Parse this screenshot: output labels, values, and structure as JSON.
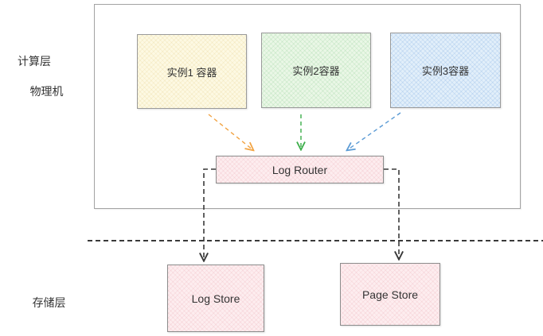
{
  "canvas": {
    "background": "#ffffff"
  },
  "compute_layer": {
    "label_line1": "计算层",
    "label_line2": "物理机"
  },
  "storage_layer": {
    "label": "存储层"
  },
  "nodes": {
    "instance1": {
      "label": "实例1 容器",
      "fill": "#fdf9e3",
      "border": "#9a9a9a"
    },
    "instance2": {
      "label": "实例2容器",
      "fill": "#eaf7e6",
      "border": "#9a9a9a"
    },
    "instance3": {
      "label": "实例3容器",
      "fill": "#e2effa",
      "border": "#9a9a9a"
    },
    "log_router": {
      "label": "Log Router",
      "fill": "#fdedef",
      "border": "#8c8c8c"
    },
    "log_store": {
      "label": "Log Store",
      "fill": "#fdedef",
      "border": "#8c8c8c"
    },
    "page_store": {
      "label": "Page Store",
      "fill": "#fdedef",
      "border": "#8c8c8c"
    }
  },
  "edges": {
    "instance1_to_router": {
      "color": "#f2a444",
      "style": "dashed"
    },
    "instance2_to_router": {
      "color": "#3bae49",
      "style": "dashed"
    },
    "instance3_to_router": {
      "color": "#5b9bd5",
      "style": "dashed"
    },
    "router_to_log_store": {
      "color": "#3a3a3a",
      "style": "dashed"
    },
    "router_to_page_store": {
      "color": "#3a3a3a",
      "style": "dashed"
    }
  },
  "separator": {
    "color": "#3a3a3a",
    "style": "dashed"
  }
}
